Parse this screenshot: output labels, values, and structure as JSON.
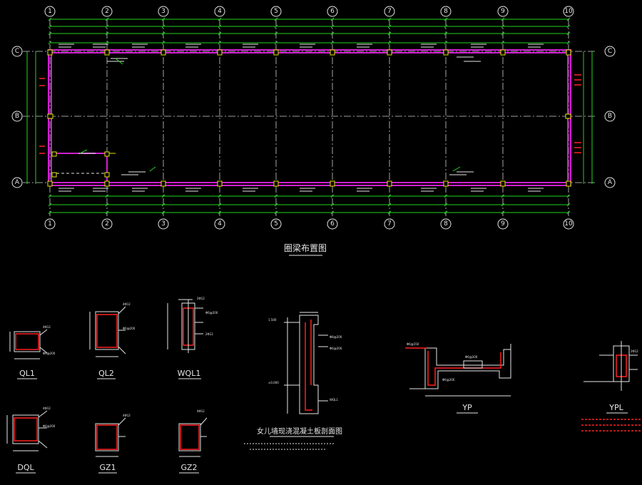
{
  "drawing": {
    "plan_title": "圈梁布置图",
    "axes_x": [
      "1",
      "2",
      "3",
      "4",
      "5",
      "6",
      "7",
      "8",
      "9",
      "10"
    ],
    "axes_y": [
      "A",
      "B",
      "C"
    ],
    "details": [
      {
        "id": "ql1",
        "label": "QL1"
      },
      {
        "id": "ql2",
        "label": "QL2"
      },
      {
        "id": "wql1",
        "label": "WQL1"
      },
      {
        "id": "dql",
        "label": "DQL"
      },
      {
        "id": "gz1",
        "label": "GZ1"
      },
      {
        "id": "gz2",
        "label": "GZ2"
      },
      {
        "id": "yp",
        "label": "YP"
      },
      {
        "id": "ypl",
        "label": "YPL"
      }
    ],
    "section_title": "女儿墙现浇混凝土板剖面图"
  },
  "colors": {
    "background": "#000000",
    "dimension": "#1fd51f",
    "beam": "#d01fd0",
    "rebar": "#ff2020",
    "text": "#e6e6e6",
    "column": "#e6e600"
  }
}
